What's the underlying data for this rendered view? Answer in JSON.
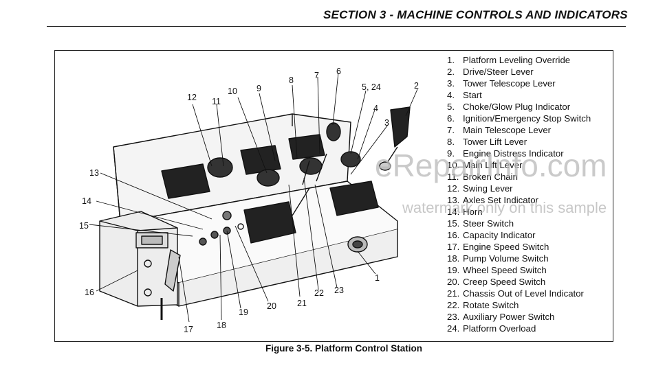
{
  "header": {
    "section_title": "SECTION 3 - MACHINE CONTROLS AND INDICATORS"
  },
  "legend": [
    {
      "num": "1.",
      "label": "Platform Leveling Override"
    },
    {
      "num": "2.",
      "label": "Drive/Steer Lever"
    },
    {
      "num": "3.",
      "label": "Tower Telescope Lever"
    },
    {
      "num": "4.",
      "label": "Start"
    },
    {
      "num": "5.",
      "label": "Choke/Glow Plug Indicator"
    },
    {
      "num": "6.",
      "label": "Ignition/Emergency Stop Switch"
    },
    {
      "num": "7.",
      "label": "Main Telescope Lever"
    },
    {
      "num": "8.",
      "label": "Tower Lift Lever"
    },
    {
      "num": "9.",
      "label": "Engine Distress Indicator"
    },
    {
      "num": "10.",
      "label": "Main Lift Lever"
    },
    {
      "num": "11.",
      "label": "Broken Chain"
    },
    {
      "num": "12.",
      "label": "Swing Lever"
    },
    {
      "num": "13.",
      "label": "Axles Set Indicator"
    },
    {
      "num": "14.",
      "label": "Horn"
    },
    {
      "num": "15.",
      "label": "Steer Switch"
    },
    {
      "num": "16.",
      "label": "Capacity Indicator"
    },
    {
      "num": "17.",
      "label": "Engine Speed Switch"
    },
    {
      "num": "18.",
      "label": "Pump Volume Switch"
    },
    {
      "num": "19.",
      "label": "Wheel Speed Switch"
    },
    {
      "num": "20.",
      "label": "Creep Speed Switch"
    },
    {
      "num": "21.",
      "label": "Chassis Out of Level Indicator"
    },
    {
      "num": "22.",
      "label": "Rotate Switch"
    },
    {
      "num": "23.",
      "label": "Auxiliary Power Switch"
    },
    {
      "num": "24.",
      "label": "Platform Overload"
    }
  ],
  "callouts": {
    "c1": "1",
    "c2": "2",
    "c3": "3",
    "c4": "4",
    "c5": "5, 24",
    "c6": "6",
    "c7": "7",
    "c8": "8",
    "c9": "9",
    "c10": "10",
    "c11": "11",
    "c12": "12",
    "c13": "13",
    "c14": "14",
    "c15": "15",
    "c16": "16",
    "c17": "17",
    "c18": "18",
    "c19": "19",
    "c20": "20",
    "c21": "21",
    "c22": "22",
    "c23": "23"
  },
  "caption": "Figure 3-5. Platform Control Station",
  "watermark": {
    "main": "eRepairInfo.com",
    "sub": "watermark only on this sample"
  }
}
